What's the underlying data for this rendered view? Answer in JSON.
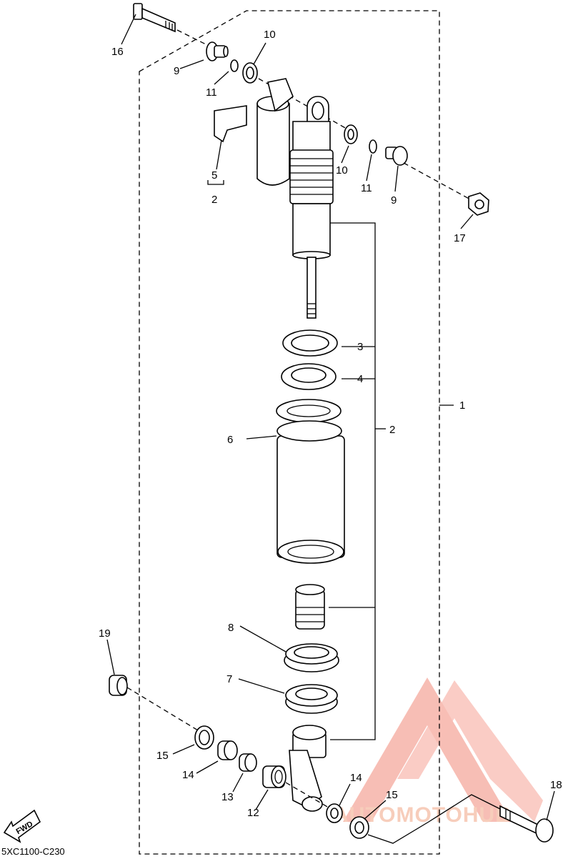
{
  "diagram_code": "5XC1100-C230",
  "direction_badge": "FWD",
  "watermark": {
    "text": "AUTOMOTOHUB",
    "color": "#f28a7a",
    "text_color": "#f2a585"
  },
  "callouts": {
    "c1": "1",
    "c2": "2",
    "c2b": "2",
    "c3": "3",
    "c4": "4",
    "c5": "5",
    "c6": "6",
    "c7": "7",
    "c8": "8",
    "c9a": "9",
    "c9b": "9",
    "c10a": "10",
    "c10b": "10",
    "c11a": "11",
    "c11b": "11",
    "c12": "12",
    "c13": "13",
    "c14a": "14",
    "c14b": "14",
    "c15a": "15",
    "c15b": "15",
    "c16": "16",
    "c17": "17",
    "c18": "18",
    "c19": "19"
  }
}
